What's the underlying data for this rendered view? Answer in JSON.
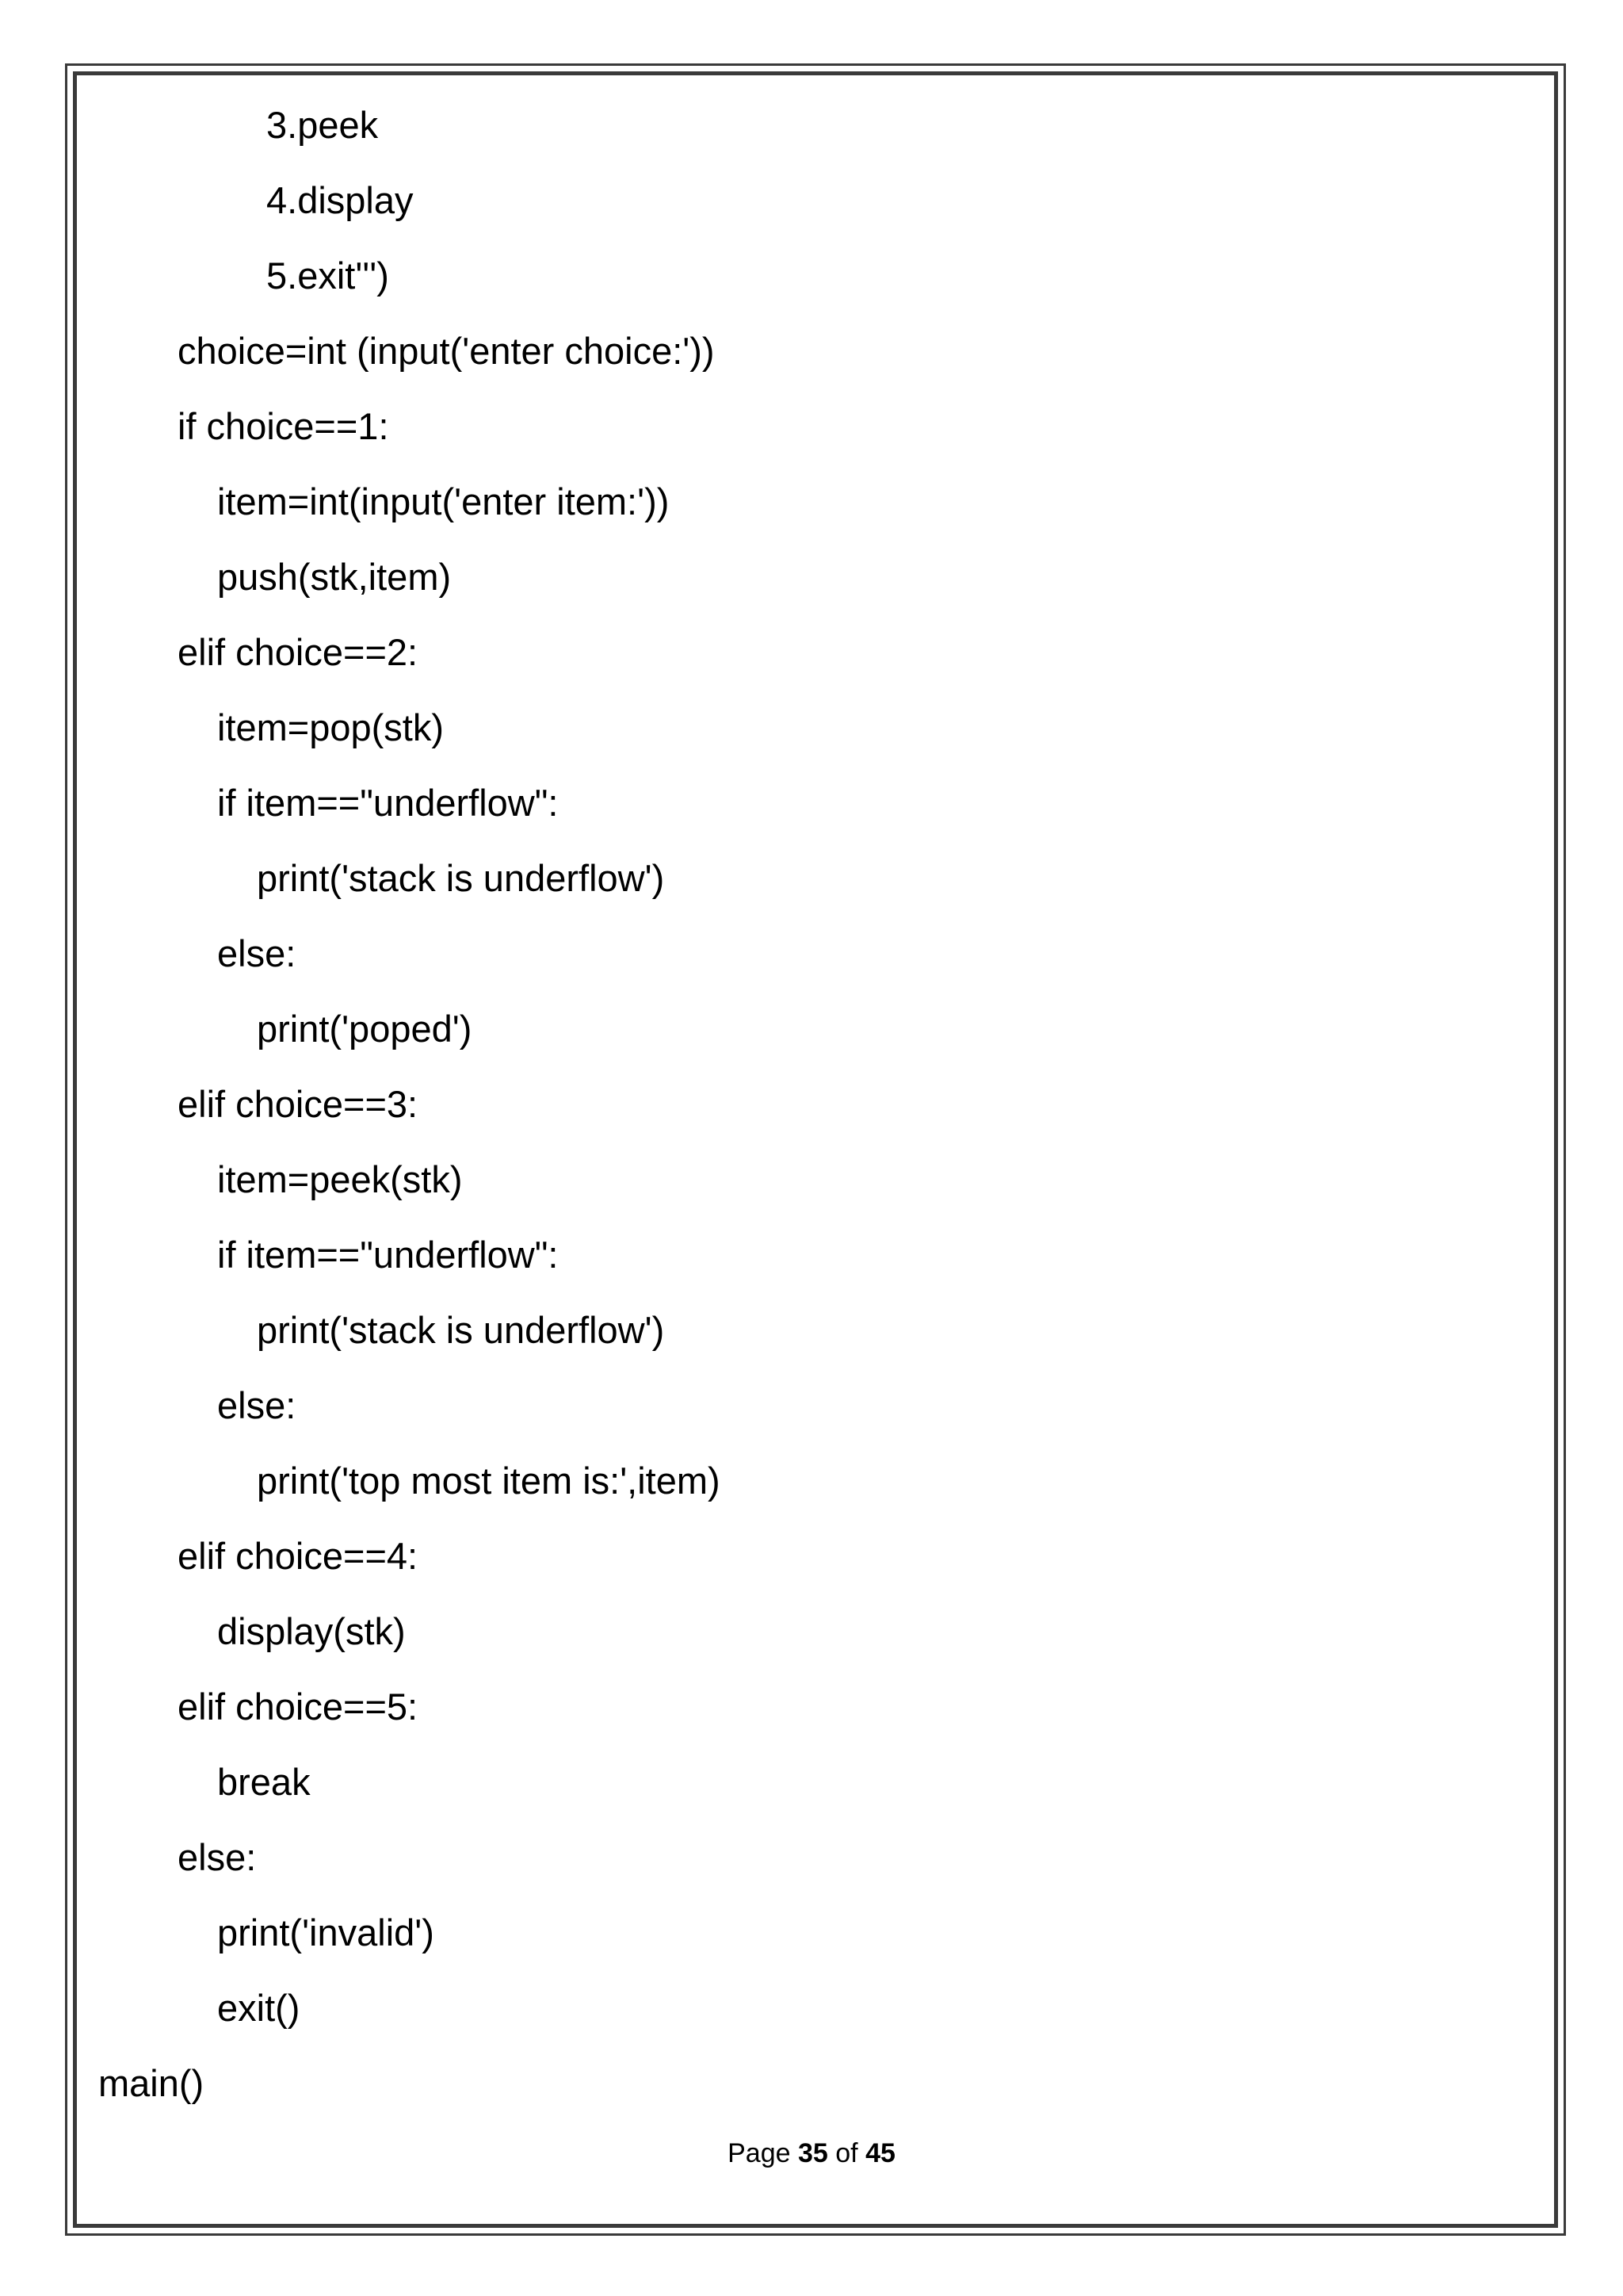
{
  "code_lines": [
    "3.peek",
    "4.display",
    "5.exit''')",
    "choice=int (input('enter choice:'))",
    "if choice==1:",
    "item=int(input('enter item:'))",
    "push(stk,item)",
    "elif choice==2:",
    "item=pop(stk)",
    "if item==\"underflow\":",
    "print('stack is underflow')",
    "else:",
    "print('poped')",
    "elif choice==3:",
    "item=peek(stk)",
    "if item==\"underflow\":",
    "print('stack is underflow')",
    "else:",
    "print('top most item is:',item)",
    "elif choice==4:",
    "display(stk)",
    "elif choice==5:",
    "break",
    "else:",
    "print('invalid')",
    "exit()",
    "main()"
  ],
  "footer": {
    "prefix": "Page",
    "current": "35",
    "of_word": "of",
    "total": "45"
  }
}
